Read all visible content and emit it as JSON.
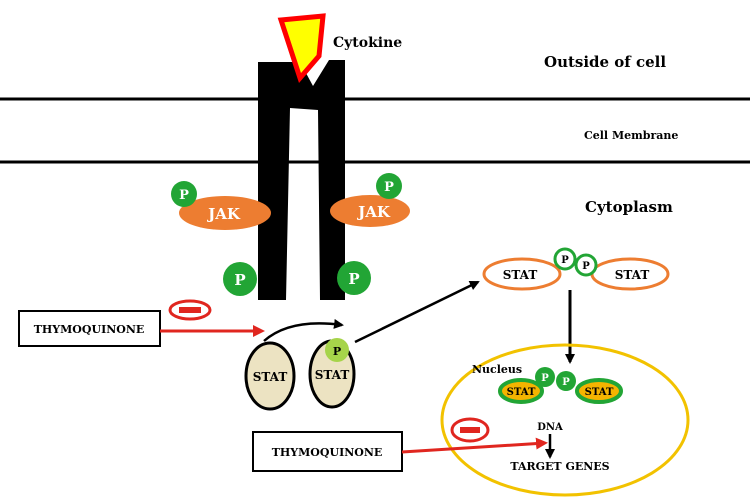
{
  "labels": {
    "cytokine": "Cytokine",
    "outside_of_cell": "Outside of cell",
    "cell_membrane": "Cell Membrane",
    "cytoplasm": "Cytoplasm",
    "nucleus": "Nucleus",
    "dna": "DNA",
    "target_genes": "TARGET GENES"
  },
  "jak": "JAK",
  "stat": "STAT",
  "phospho": "P",
  "inhibitor": "THYMOQUINONE",
  "colors": {
    "receptor": "#000000",
    "jak": "#ed7d31",
    "phospho": "#22a535",
    "phospho_light": "#a6d44a",
    "stat_fill": "#ece3c2",
    "stat_border": "#ed7d31",
    "nucleus": "#f2c200",
    "inhibit_arrow": "#e0261f",
    "cytokine_fill": "#ffff00",
    "cytokine_border": "#ff0000"
  }
}
